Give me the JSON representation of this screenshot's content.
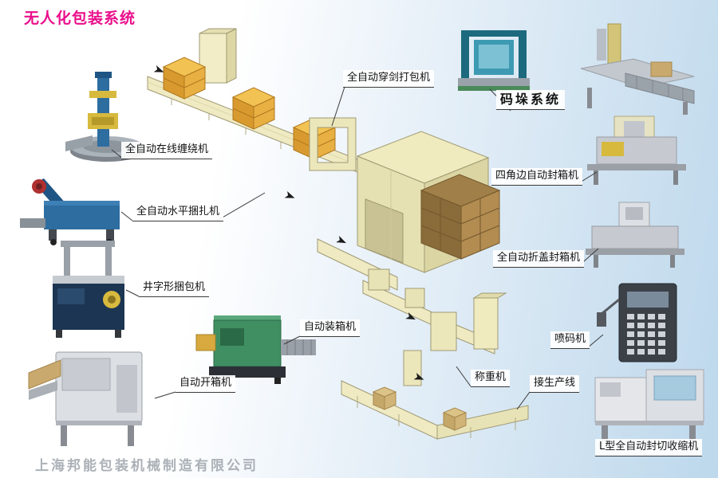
{
  "page": {
    "title": "无人化包装系统",
    "watermark": "上海邦能包装机械制造有限公司",
    "colors": {
      "title_accent": "#ea0f8b",
      "background_blue": "#bdd8ec",
      "diagram_beige": "#efeac2",
      "carton_orange": "#e8b042",
      "carton_brown": "#9a7846"
    }
  },
  "labels": [
    {
      "id": "spear-strapper",
      "text": "全自动穿剑打包机"
    },
    {
      "id": "palletizing-system",
      "text": "码垛系统"
    },
    {
      "id": "inline-wrapper",
      "text": "全自动在线缠绕机"
    },
    {
      "id": "corner-edge-sealer",
      "text": "四角边自动封箱机"
    },
    {
      "id": "horizontal-strapper",
      "text": "全自动水平捆扎机"
    },
    {
      "id": "flap-fold-sealer",
      "text": "全自动折盖封箱机"
    },
    {
      "id": "cross-strapper",
      "text": "井字形捆包机"
    },
    {
      "id": "case-packer",
      "text": "自动装箱机"
    },
    {
      "id": "inkjet-printer",
      "text": "喷码机"
    },
    {
      "id": "case-opener",
      "text": "自动开箱机"
    },
    {
      "id": "weigher",
      "text": "称重机"
    },
    {
      "id": "production-line-connection",
      "text": "接生产线"
    },
    {
      "id": "l-type-shrink-sealer",
      "text": "L型全自动封切收缩机"
    }
  ]
}
